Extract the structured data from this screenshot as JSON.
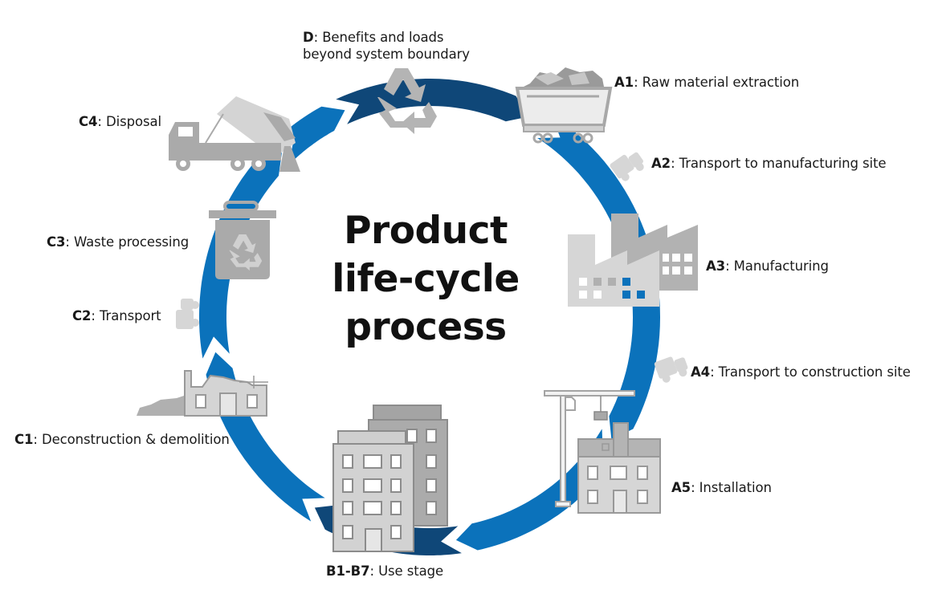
{
  "diagram": {
    "title_lines": [
      "Product",
      "life-cycle",
      "process"
    ],
    "colors": {
      "ring_primary": "#0b72bb",
      "ring_secondary": "#0f4778",
      "icon_light": "#d4d4d4",
      "icon_mid": "#b4b4b4",
      "icon_dark": "#9a9a9a",
      "text": "#1a1a1a"
    },
    "stages": [
      {
        "code": "D",
        "text": ": Benefits and loads",
        "text2": "beyond system boundary",
        "icon": "recycle-icon"
      },
      {
        "code": "A1",
        "text": ": Raw material extraction",
        "icon": "mine-cart-icon"
      },
      {
        "code": "A2",
        "text": ": Transport to manufacturing site",
        "icon": "truck-icon"
      },
      {
        "code": "A3",
        "text": ": Manufacturing",
        "icon": "factory-icon"
      },
      {
        "code": "A4",
        "text": ": Transport to construction site",
        "icon": "truck-icon"
      },
      {
        "code": "A5",
        "text": ": Installation",
        "icon": "crane-building-icon"
      },
      {
        "code": "B1-B7",
        "text": ": Use stage",
        "icon": "apartment-buildings-icon"
      },
      {
        "code": "C1",
        "text": ": Deconstruction & demolition",
        "icon": "demolished-house-icon"
      },
      {
        "code": "C2",
        "text": ": Transport",
        "icon": "truck-icon"
      },
      {
        "code": "C3",
        "text": ": Waste processing",
        "icon": "recycling-bin-icon"
      },
      {
        "code": "C4",
        "text": ": Disposal",
        "icon": "dump-truck-icon"
      }
    ]
  }
}
